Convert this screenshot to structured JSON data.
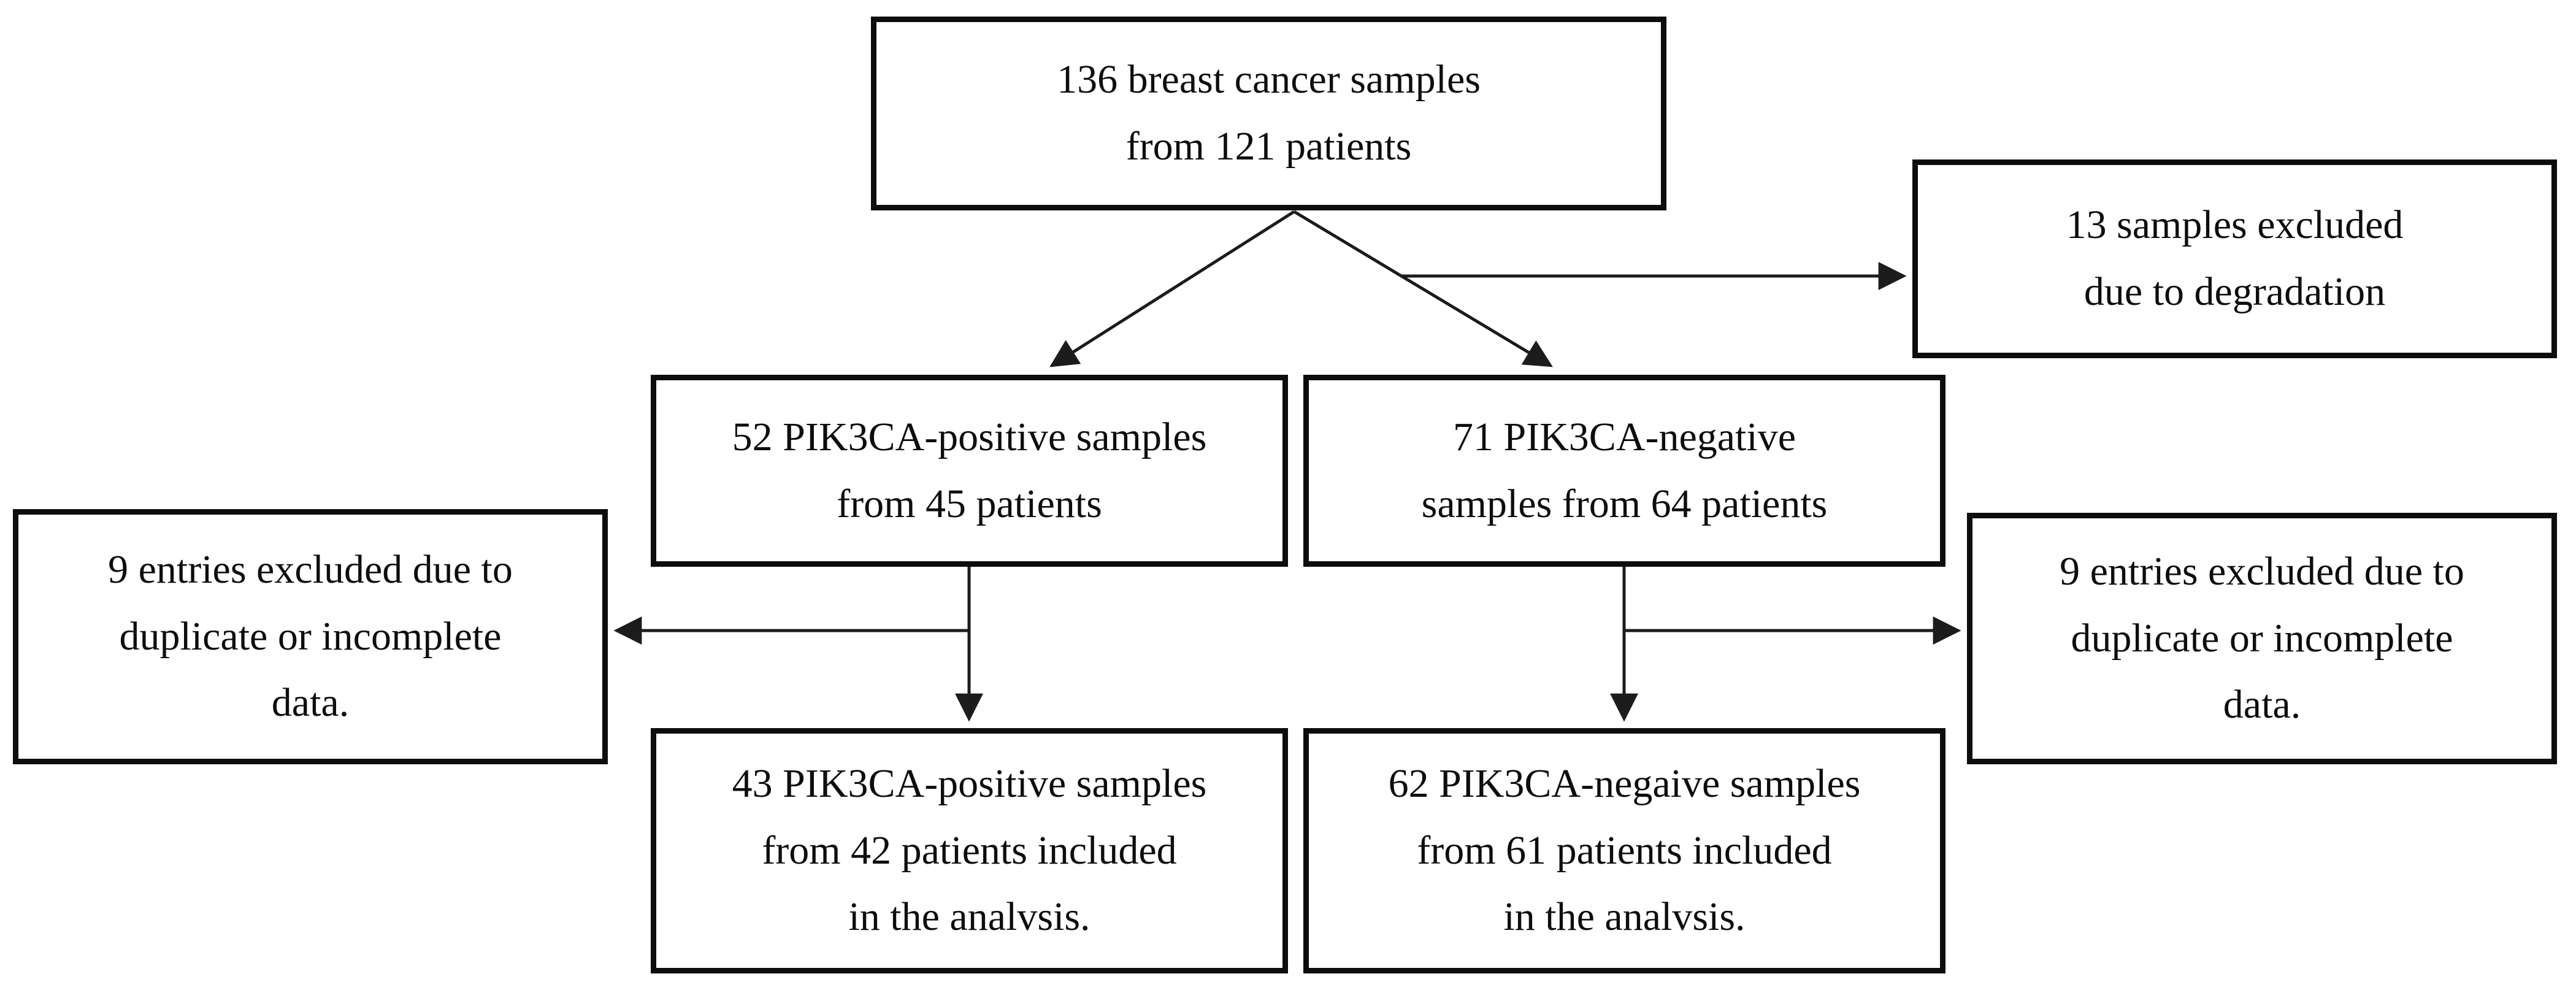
{
  "colors": {
    "background": "#ffffff",
    "box_border": "#0d0d0d",
    "text": "#0d0d0d",
    "line": "#1c1c1c"
  },
  "nodes": {
    "total": {
      "text": "136 breast cancer samples\nfrom 121 patients"
    },
    "excluded_degradation": {
      "text": "13 samples excluded\ndue to degradation"
    },
    "pik3ca_positive": {
      "text": "52 PIK3CA-positive samples\nfrom 45 patients"
    },
    "pik3ca_negative": {
      "text": "71 PIK3CA-negative\nsamples from 64 patients"
    },
    "excluded_left": {
      "text": "9 entries excluded due to\nduplicate or incomplete\ndata."
    },
    "excluded_right": {
      "text": "9 entries excluded due to\nduplicate or incomplete\ndata."
    },
    "included_positive": {
      "text": "43 PIK3CA-positive samples\nfrom 42 patients included\nin the analvsis."
    },
    "included_negative": {
      "text": "62 PIK3CA-negaive samples\nfrom 61 patients included\nin the analvsis."
    }
  }
}
